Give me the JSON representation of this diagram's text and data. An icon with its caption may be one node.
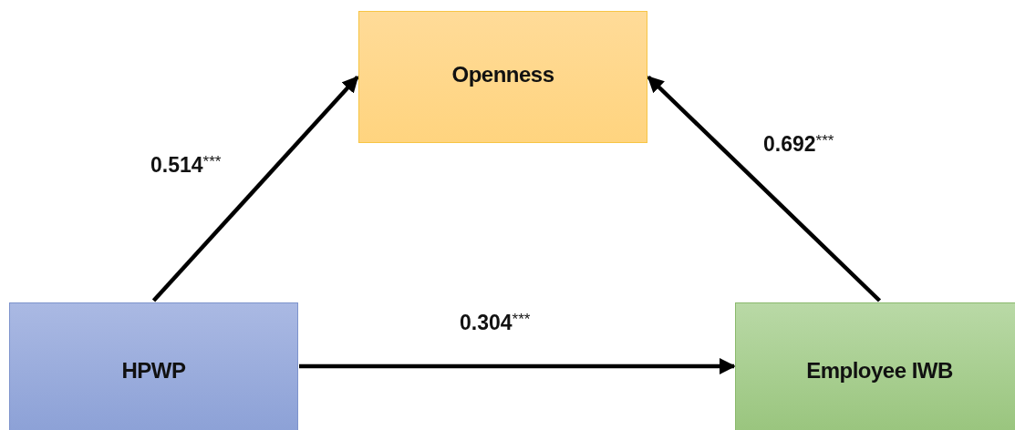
{
  "diagram": {
    "nodes": [
      {
        "text": [
          "Openness"
        ]
      },
      {
        "text": [
          "HPWP"
        ]
      },
      {
        "text": [
          "Employee IWB"
        ]
      }
    ],
    "edges": [
      {
        "from": 1,
        "to": 0,
        "arrow": "to",
        "label": "0.514$^{***}$"
      },
      {
        "from": 2,
        "to": 0,
        "arrow": "to",
        "label": "0.692$^{***}$"
      },
      {
        "from": 1,
        "to": 2,
        "arrow": "to",
        "label": "0.304$^{***}$"
      }
    ]
  }
}
